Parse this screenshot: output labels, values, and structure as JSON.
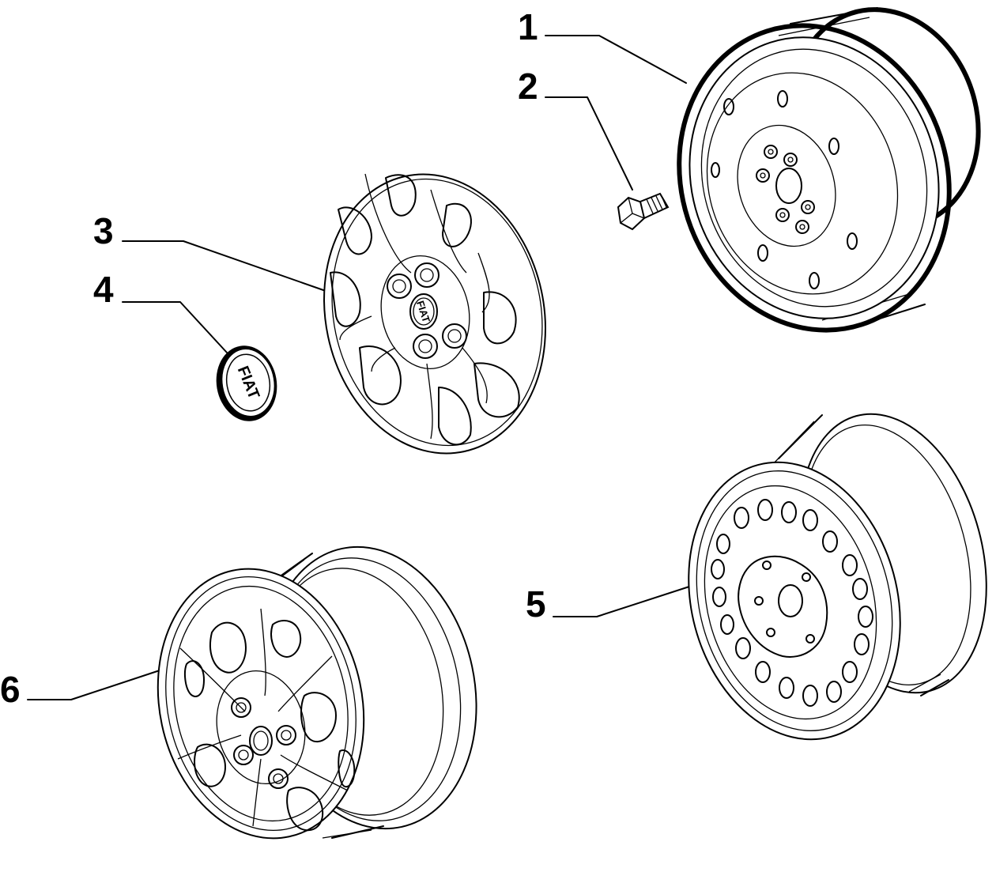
{
  "callouts": [
    {
      "id": "1",
      "label": "1"
    },
    {
      "id": "2",
      "label": "2"
    },
    {
      "id": "3",
      "label": "3"
    },
    {
      "id": "4",
      "label": "4"
    },
    {
      "id": "5",
      "label": "5"
    },
    {
      "id": "6",
      "label": "6"
    }
  ],
  "emblem": {
    "brand": "FIAT"
  },
  "hubcap": {
    "brand": "FIAT"
  }
}
